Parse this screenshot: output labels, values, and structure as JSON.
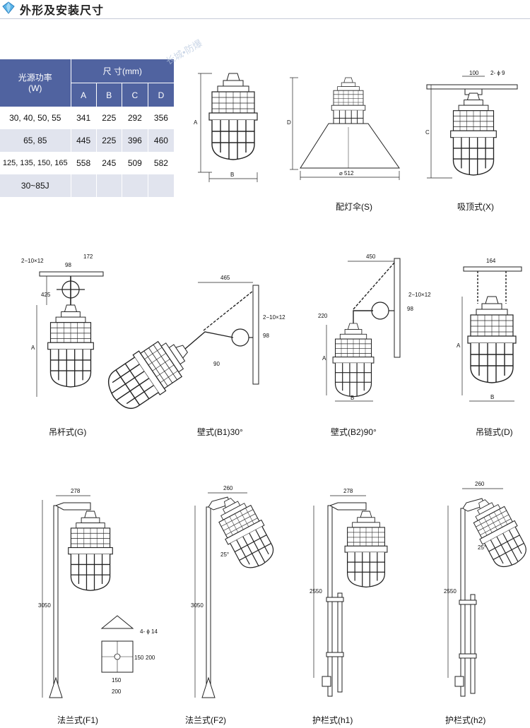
{
  "header": {
    "title": "外形及安装尺寸"
  },
  "table": {
    "col_power": "光源功率\n(W)",
    "col_dim": "尺  寸(mm)",
    "sub": [
      "A",
      "B",
      "C",
      "D"
    ],
    "rows": [
      {
        "power": "30, 40, 50, 55",
        "A": "341",
        "B": "225",
        "C": "292",
        "D": "356"
      },
      {
        "power": "65, 85",
        "A": "445",
        "B": "225",
        "C": "396",
        "D": "460"
      },
      {
        "power": "125, 135, 150, 165",
        "A": "558",
        "B": "245",
        "C": "509",
        "D": "582"
      },
      {
        "power": "30~85J",
        "A": "",
        "B": "",
        "C": "",
        "D": ""
      }
    ]
  },
  "captions": {
    "s": "配灯伞(S)",
    "x": "吸顶式(X)",
    "g": "吊杆式(G)",
    "b1": "壁式(B1)30°",
    "b2": "壁式(B2)90°",
    "d": "吊链式(D)",
    "f1": "法兰式(F1)",
    "f2": "法兰式(F2)",
    "h1": "护栏式(h1)",
    "h2": "护栏式(h2)"
  },
  "dims": {
    "A": "A",
    "B": "B",
    "C": "C",
    "D": "D",
    "d512": "⌀ 512",
    "d100": "100",
    "d2phi9": "2- ϕ 9",
    "d2_10x12": "2−10×12",
    "d172": "172",
    "d98": "98",
    "d425": "425",
    "d465": "465",
    "d90": "90",
    "d450": "450",
    "d220": "220",
    "d164": "164",
    "d278": "278",
    "d260": "260",
    "d3050": "3050",
    "d25": "25°",
    "d2550": "2550",
    "d4phi14": "4- ϕ 14",
    "d150": "150",
    "d200": "200"
  },
  "watermark": "长城•防爆",
  "colors": {
    "header_bg": "#5063a0",
    "row_alt": "#e1e4ee",
    "line": "#222222"
  }
}
